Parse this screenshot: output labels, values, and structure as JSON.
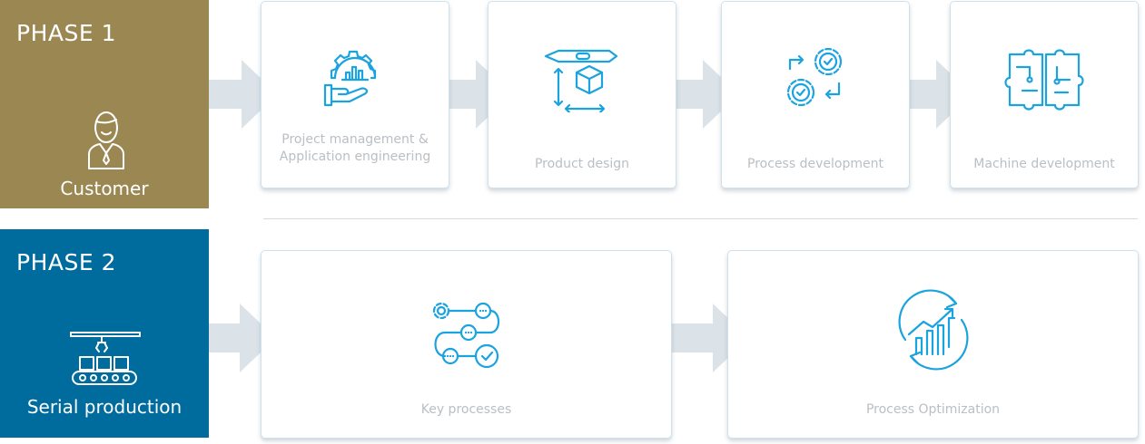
{
  "phase1": {
    "title": "PHASE 1",
    "label": "Customer",
    "color": "#9a8752",
    "icon": "customer-icon"
  },
  "phase2": {
    "title": "PHASE 2",
    "label": "Serial production",
    "color": "#006c9e",
    "icon": "conveyor-icon"
  },
  "phase1_steps": [
    {
      "line1": "Project management &",
      "line2": "Application engineering",
      "icon": "gear-hand-chart-icon"
    },
    {
      "label": "Product design",
      "icon": "pen-cube-icon"
    },
    {
      "label": "Process development",
      "icon": "gears-cycle-icon"
    },
    {
      "label": "Machine development",
      "icon": "circuit-puzzle-icon"
    }
  ],
  "phase2_steps": [
    {
      "label": "Key processes",
      "icon": "process-flow-icon"
    },
    {
      "label": "Process Optimization",
      "icon": "growth-cycle-icon"
    }
  ],
  "accent": "#1ba3e0"
}
